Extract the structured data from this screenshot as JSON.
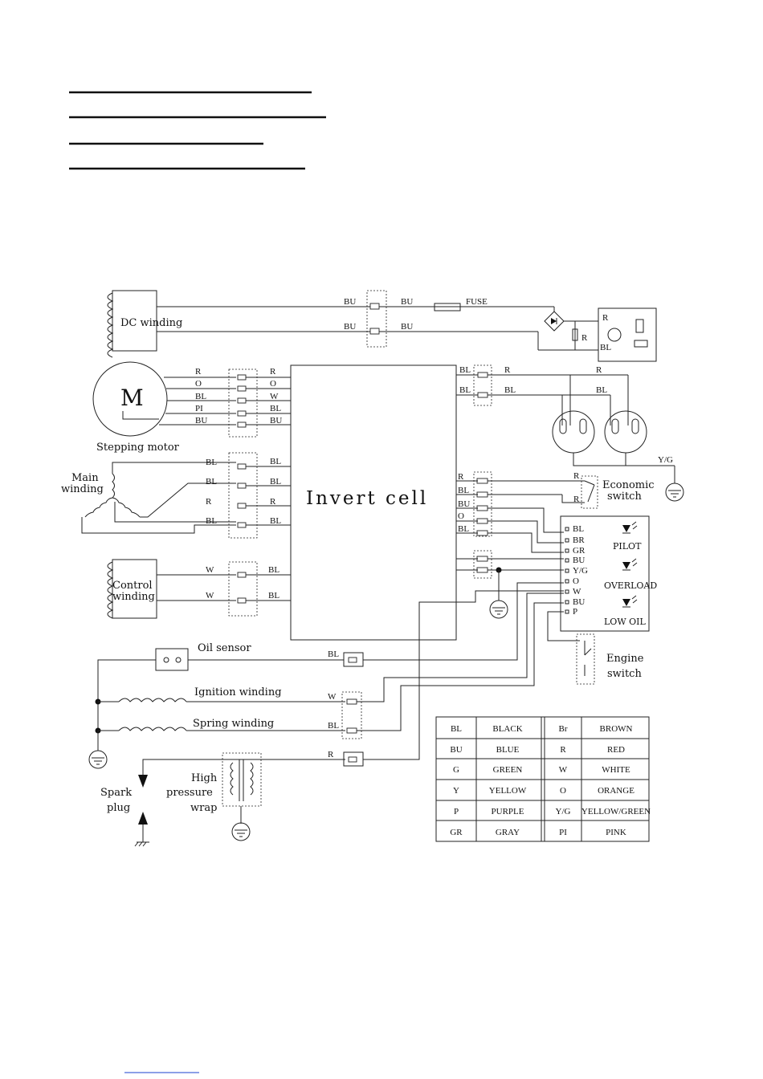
{
  "header_lines": [
    "",
    "",
    "",
    ""
  ],
  "components": {
    "dc_winding": "DC winding",
    "stepping_motor": "Stepping motor",
    "motor_symbol": "M",
    "main_winding": [
      "Main",
      "winding"
    ],
    "control_winding": [
      "Control",
      "winding"
    ],
    "invert_cell": "Invert cell",
    "fuse": "FUSE",
    "economic_switch": [
      "Economic",
      "switch"
    ],
    "oil_sensor": "Oil sensor",
    "ignition_winding": "Ignition winding",
    "spring_winding": "Spring winding",
    "spark_plug": [
      "Spark",
      "plug"
    ],
    "high_pressure_wrap": [
      "High",
      "pressure",
      "wrap"
    ],
    "engine_switch": [
      "Engine",
      "switch"
    ]
  },
  "indicators": [
    "PILOT",
    "OVERLOAD",
    "LOW OIL"
  ],
  "panel_pins": [
    "BL",
    "BR",
    "GR",
    "BU",
    "Y/G",
    "O",
    "W",
    "BU",
    "P"
  ],
  "wire_labels": {
    "dc_left": [
      "BU",
      "BU"
    ],
    "dc_right": [
      "BU",
      "BU"
    ],
    "socket": [
      "R",
      "BL",
      "R"
    ],
    "motor_left": [
      "R",
      "O",
      "BL",
      "PI",
      "BU"
    ],
    "motor_right": [
      "R",
      "O",
      "W",
      "BL",
      "BU"
    ],
    "main_left": [
      "BL",
      "BL",
      "R",
      "BL"
    ],
    "main_right": [
      "BL",
      "BL",
      "R",
      "BL"
    ],
    "control_left": [
      "W",
      "W"
    ],
    "control_right": [
      "BL",
      "BL"
    ],
    "out_top": [
      "BL",
      "BL"
    ],
    "out_top_right": [
      "R",
      "BL"
    ],
    "out_far": [
      "R",
      "BL"
    ],
    "ground_label": "Y/G",
    "out_mid": [
      "R",
      "BL",
      "BU",
      "O",
      "BL"
    ],
    "econ": [
      "R",
      "R"
    ],
    "oil": "BL",
    "ign": "W",
    "spring": "BL",
    "hp": "R"
  },
  "color_legend": {
    "rows": [
      [
        "BL",
        "BLACK",
        "Br",
        "BROWN"
      ],
      [
        "BU",
        "BLUE",
        "R",
        "RED"
      ],
      [
        "G",
        "GREEN",
        "W",
        "WHITE"
      ],
      [
        "Y",
        "YELLOW",
        "O",
        "ORANGE"
      ],
      [
        "P",
        "PURPLE",
        "Y/G",
        "YELLOW/GREEN"
      ],
      [
        "GR",
        "GRAY",
        "PI",
        "PINK"
      ]
    ]
  },
  "footer_link": ""
}
